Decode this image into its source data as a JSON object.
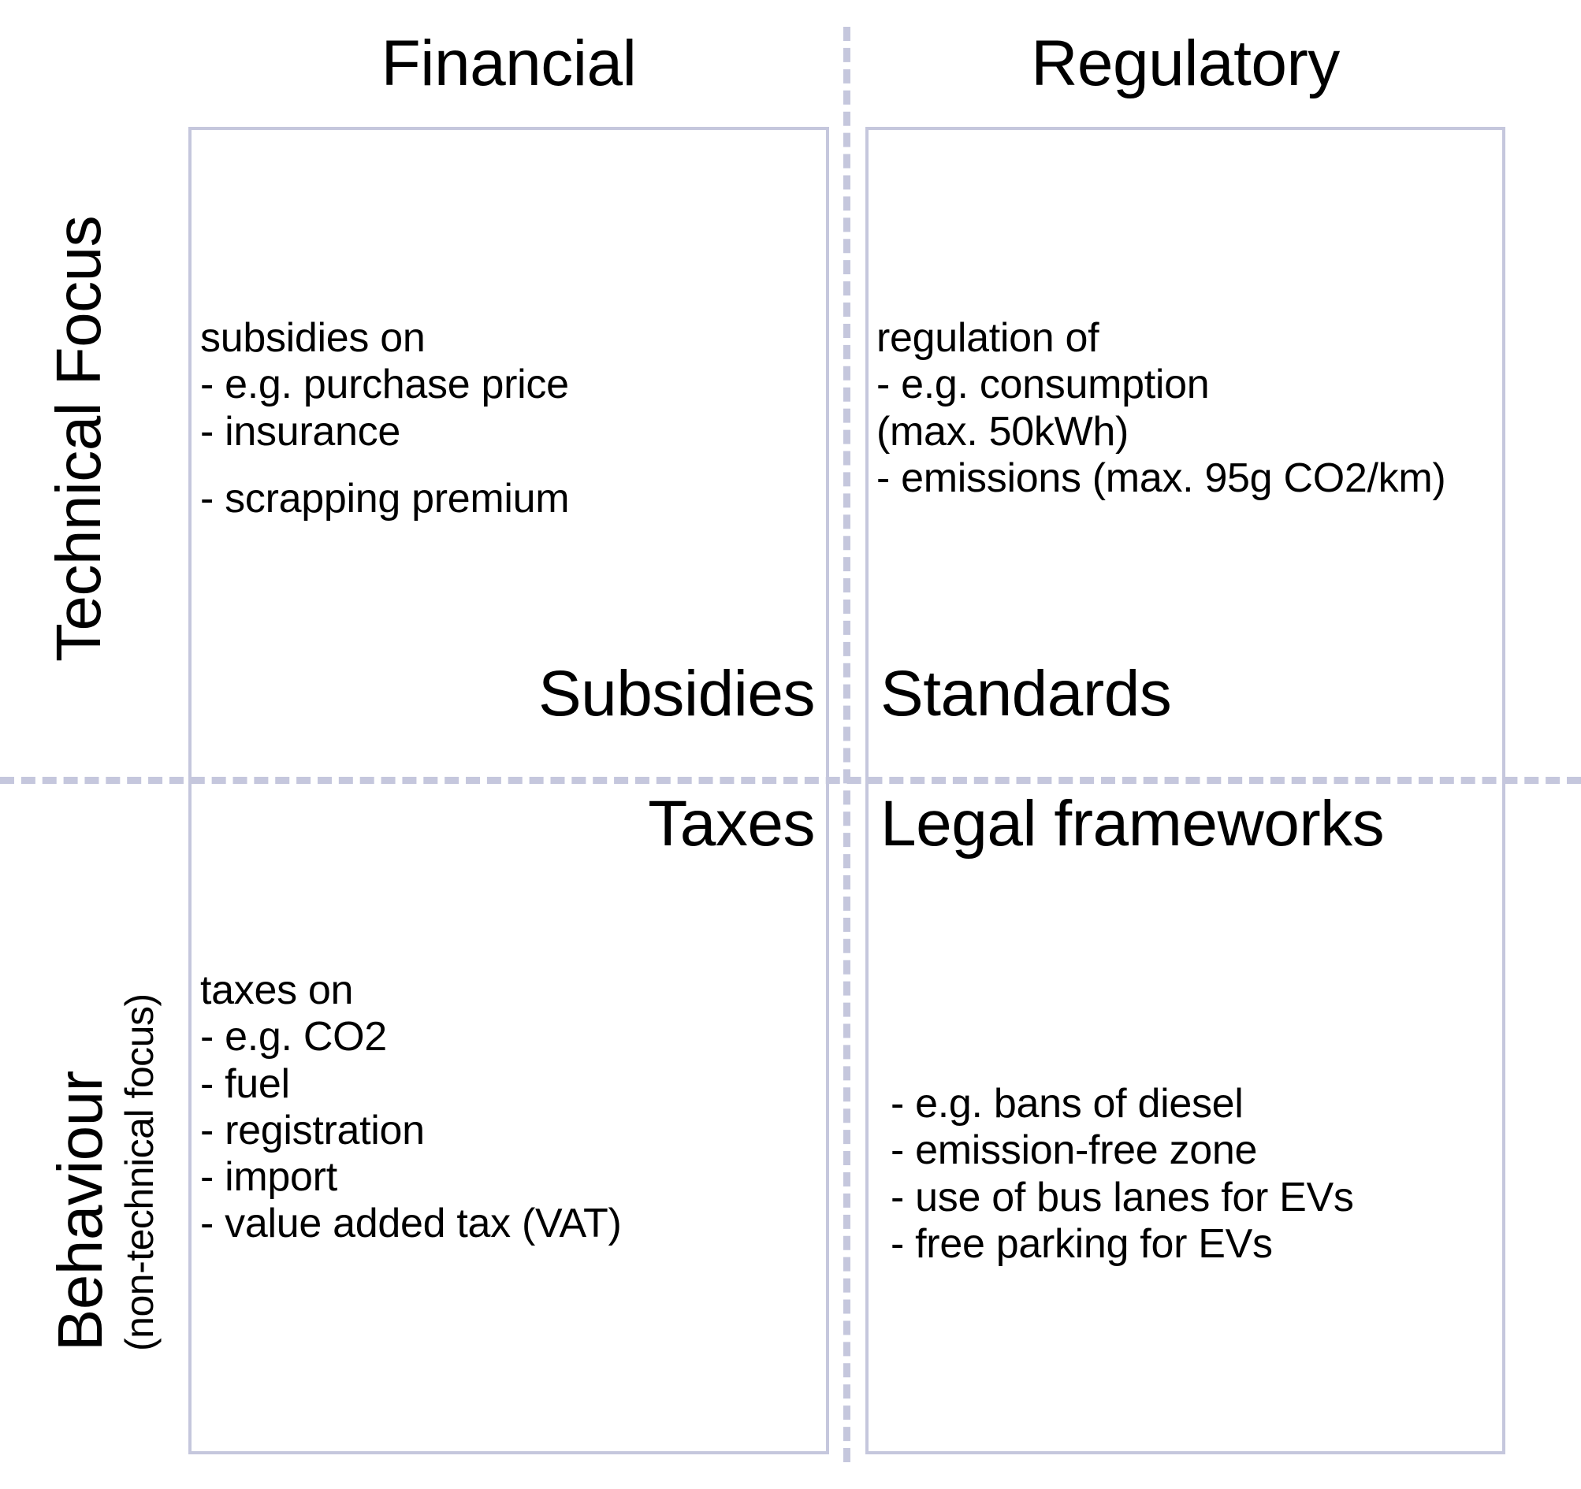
{
  "figure": {
    "type": "2x2-matrix",
    "accent_color": "#c5c7dd",
    "text_color": "#000000",
    "background": "#ffffff"
  },
  "columns": {
    "financial": "Financial",
    "regulatory": "Regulatory"
  },
  "rows": {
    "technical": {
      "main": "Technical Focus",
      "sub": ""
    },
    "behaviour": {
      "main": "Behaviour",
      "sub": "(non-technical focus)"
    }
  },
  "quadrants": {
    "top_left": {
      "category": "Subsidies",
      "lead": "subsidies on",
      "items": [
        "- e.g. purchase price",
        "- insurance",
        "- scrapping premium"
      ]
    },
    "top_right": {
      "category": "Standards",
      "lead": "regulation of",
      "items": [
        "- e.g. consumption",
        "(max. 50kWh)",
        "- emissions (max. 95g CO2/km)"
      ]
    },
    "bottom_left": {
      "category": "Taxes",
      "lead": "taxes on",
      "items": [
        "- e.g. CO2",
        "- fuel",
        "- registration",
        "- import",
        "- value added tax (VAT)"
      ]
    },
    "bottom_right": {
      "category": "Legal frameworks",
      "lead": "",
      "items": [
        "- e.g. bans of diesel",
        "- emission-free zone",
        "- use of bus lanes for EVs",
        "- free parking for EVs"
      ]
    }
  }
}
